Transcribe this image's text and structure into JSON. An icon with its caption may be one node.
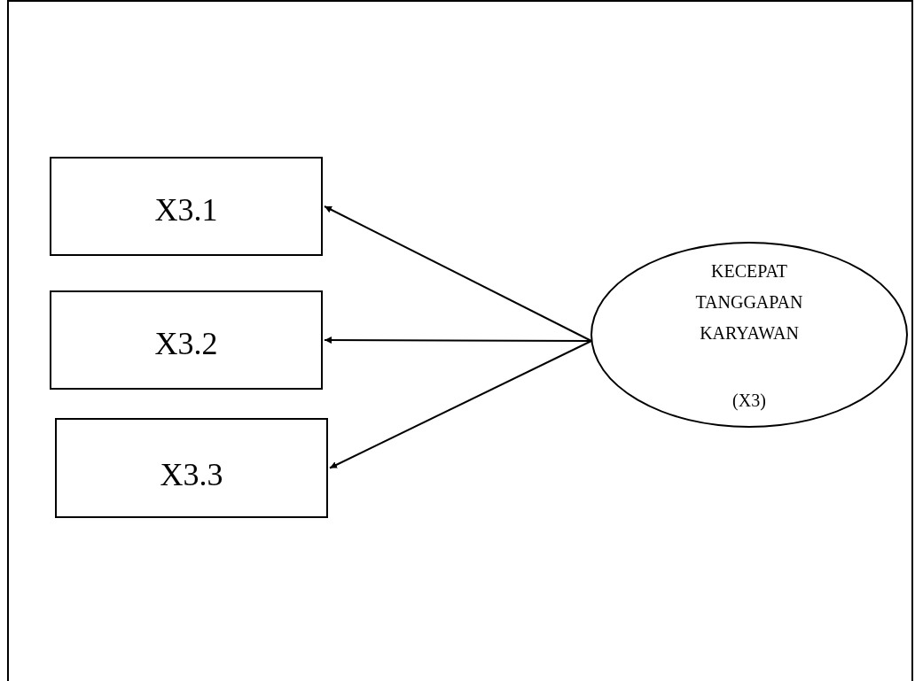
{
  "diagram": {
    "nodes": [
      {
        "text": [
          "X3.1"
        ]
      },
      {
        "text": [
          "X3.2"
        ]
      },
      {
        "text": [
          "X3.3"
        ]
      },
      {
        "text": [
          "KECEPAT TANGGAPAN KARYAWAN",
          "(X3)"
        ]
      }
    ],
    "edges": [
      {
        "from": 3,
        "to": 0,
        "arrow": "to"
      },
      {
        "from": 3,
        "to": 1,
        "arrow": "to"
      },
      {
        "from": 3,
        "to": 2,
        "arrow": "to"
      }
    ]
  }
}
